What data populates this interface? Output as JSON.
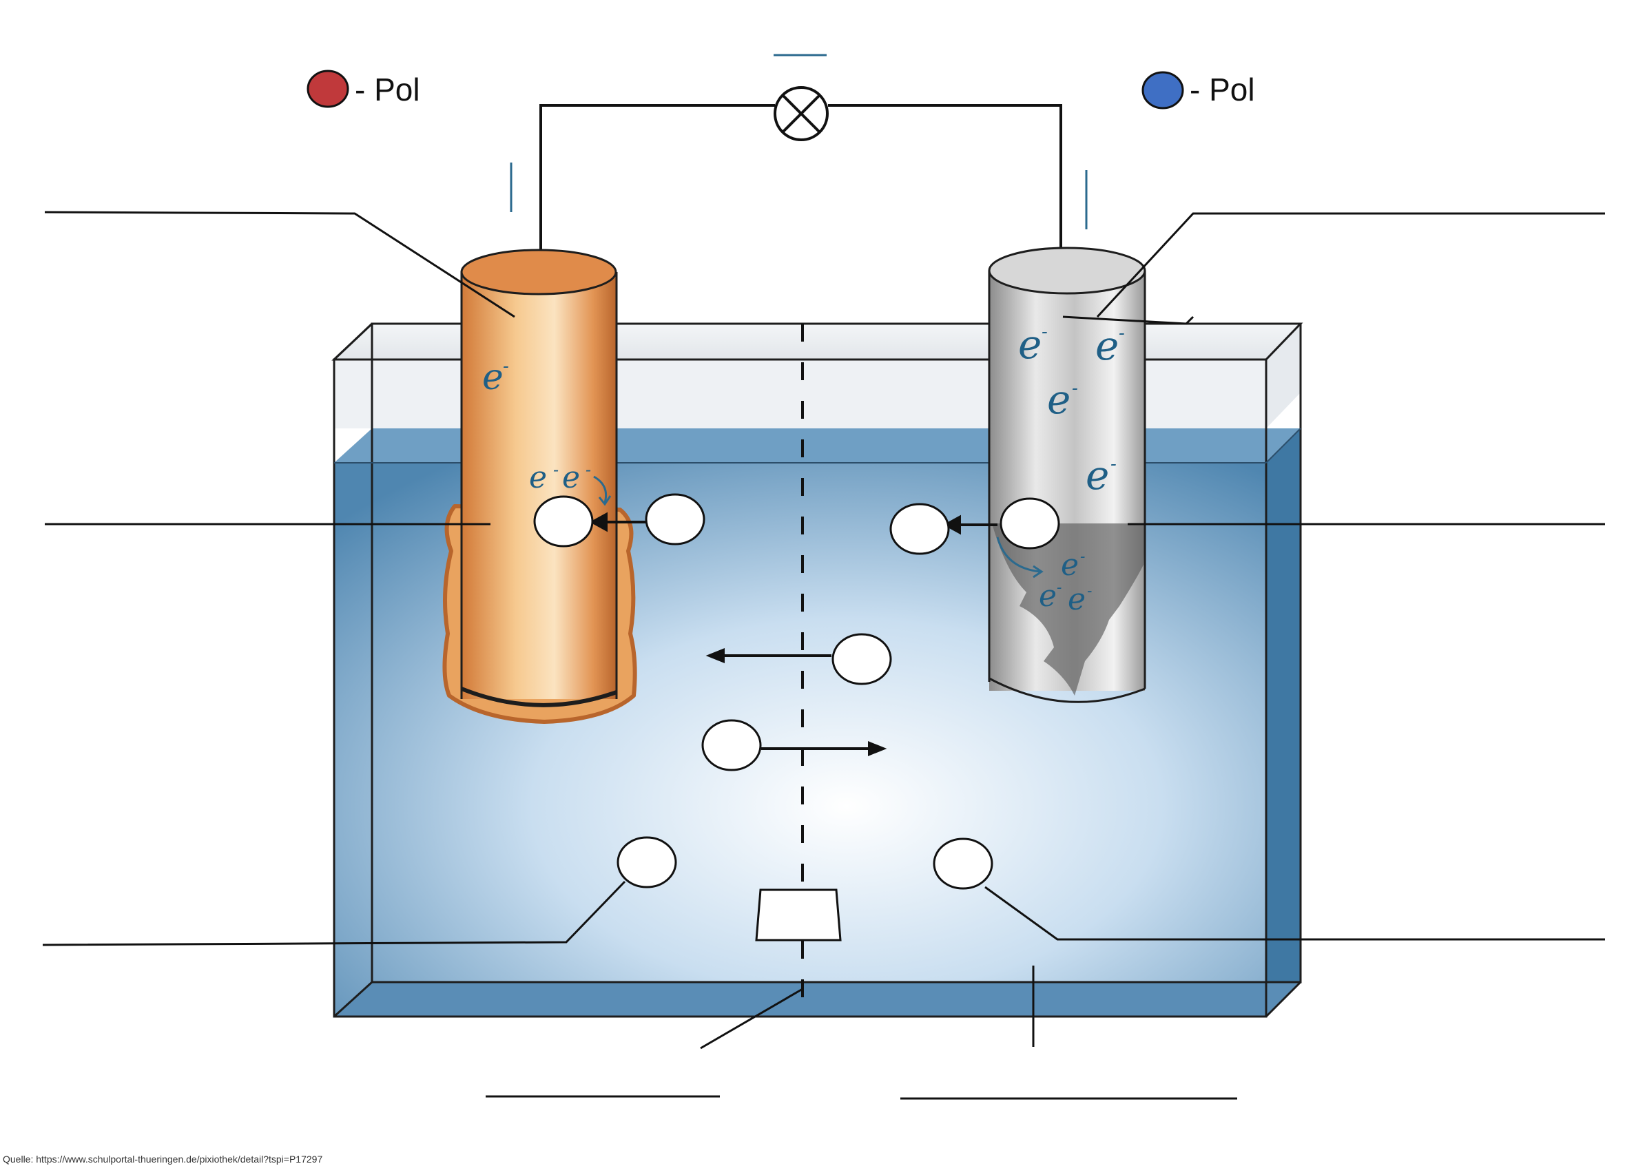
{
  "poles": {
    "left": {
      "label": "- Pol",
      "color": "#c0393b"
    },
    "right": {
      "label": "- Pol",
      "color": "#3f6fc4"
    }
  },
  "electron_symbol": "e",
  "electron_charge": "-",
  "source": "Quelle: https://www.schulportal-thueringen.de/pixiothek/detail?tspi=P17297",
  "colors": {
    "electrolyte": "#4f86b0",
    "copper": "#d88848",
    "zinc": "#a9a9a9",
    "electron_text": "#1f5f86"
  }
}
